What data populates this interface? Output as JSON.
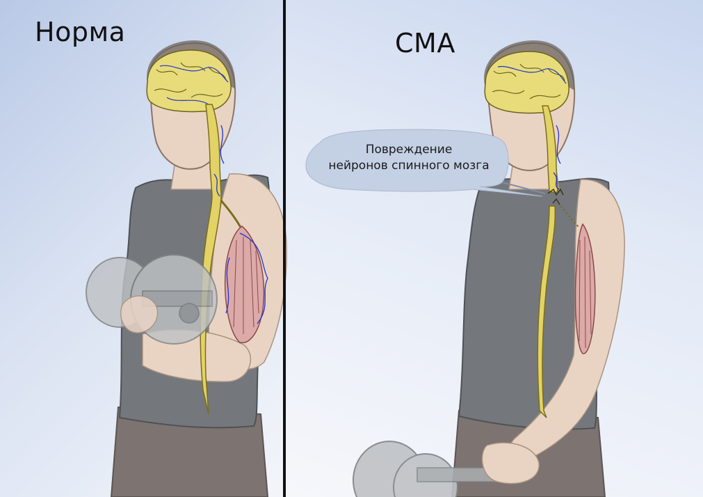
{
  "panels": {
    "left": {
      "title": "Норма"
    },
    "right": {
      "title": "СМА"
    }
  },
  "callout": {
    "text_line1": "Повреждение",
    "text_line2": "нейронов спинного мозга"
  },
  "colors": {
    "shirt": "#74787c",
    "skin": "#e9d4c4",
    "brain": "#e8dc7a",
    "spinal_cord": "#e3d266",
    "nerve": "#2233cc",
    "muscle": "#dcaaa8",
    "dumbbell": "#bfc2c5",
    "pants": "#7d7370"
  }
}
